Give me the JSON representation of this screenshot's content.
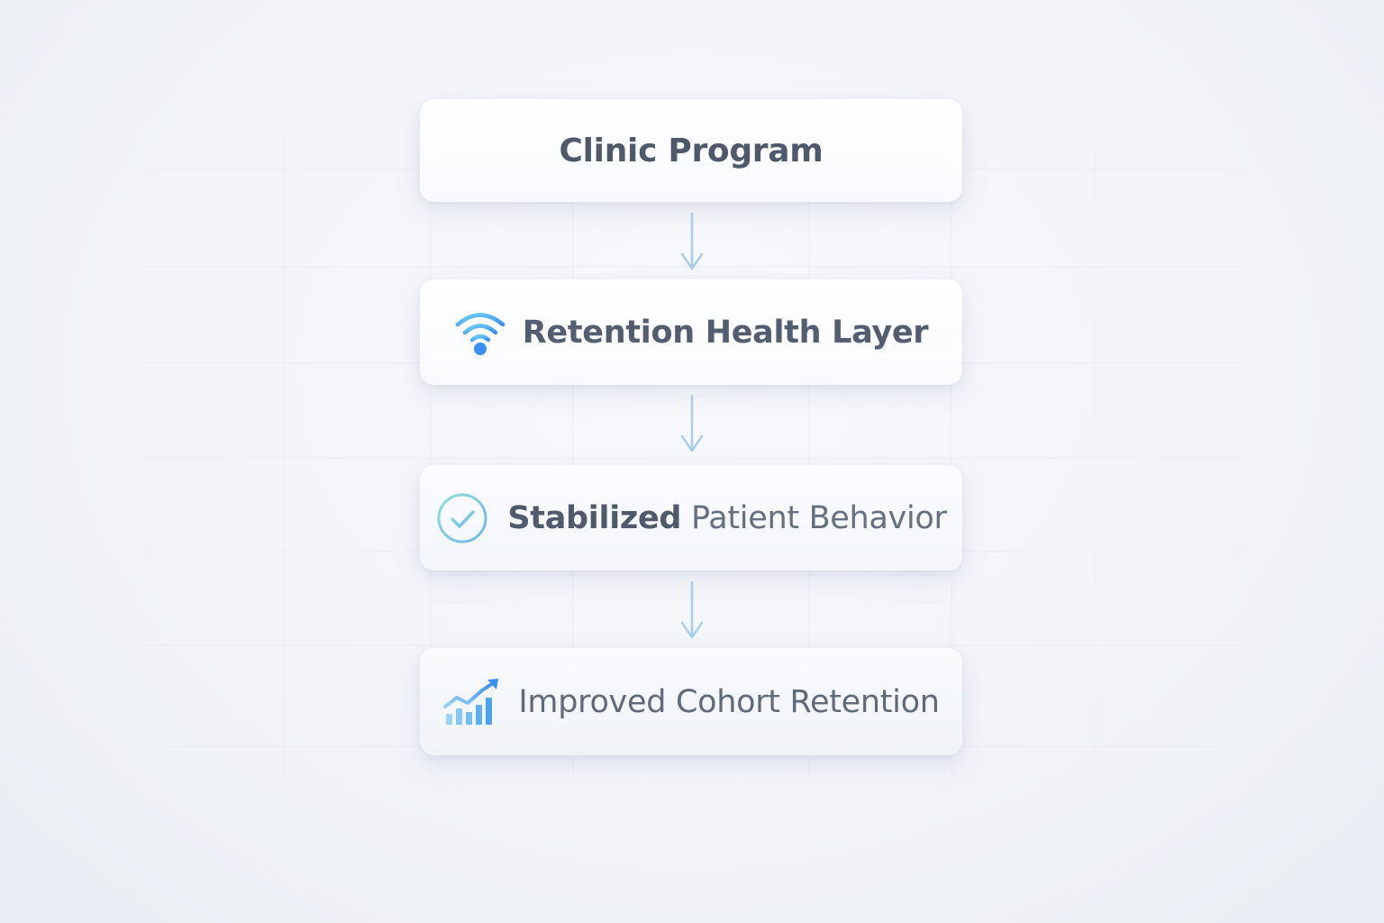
{
  "nodes": [
    {
      "label": "Clinic Program"
    },
    {
      "label": "Retention Health Layer",
      "icon": "signal-icon"
    },
    {
      "label_bold": "Stabilized",
      "label_rest": " Patient Behavior",
      "icon": "check-circle-icon"
    },
    {
      "label": "Improved Cohort Retention",
      "icon": "growth-chart-icon"
    }
  ],
  "colors": {
    "accent_blue": "#3aa0f0",
    "arrow": "#a9cdea",
    "text": "#586474"
  }
}
